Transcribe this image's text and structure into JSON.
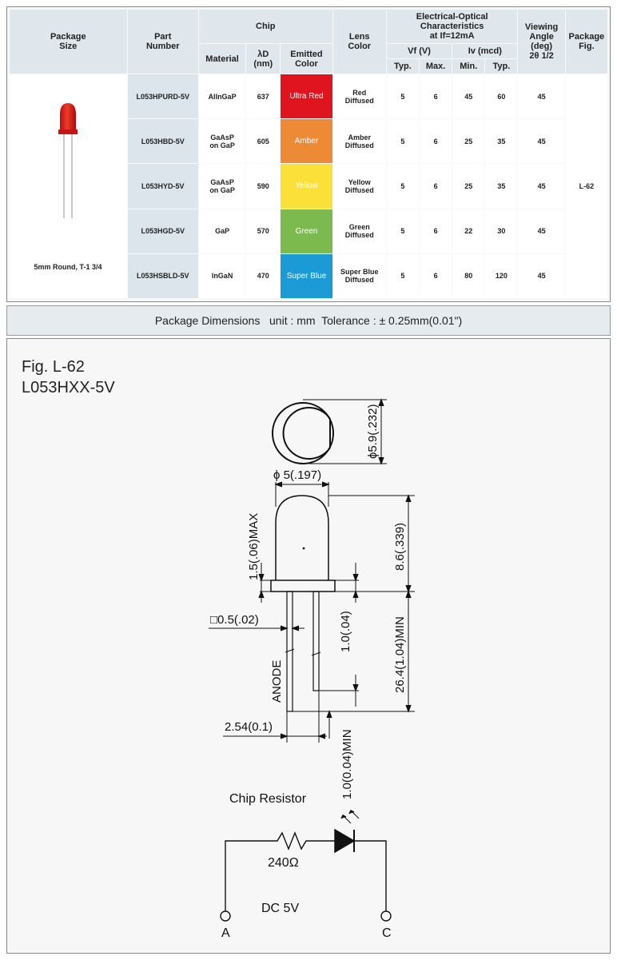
{
  "header": {
    "package_size": [
      "Package",
      "Size"
    ],
    "part_number": [
      "Part",
      "Number"
    ],
    "chip": "Chip",
    "material": "Material",
    "lambda": [
      "λD",
      "(nm)"
    ],
    "emitted": [
      "Emitted",
      "Color"
    ],
    "lens": [
      "Lens",
      "Color"
    ],
    "electrical": [
      "Electrical-Optical",
      "Characteristics",
      "at If=12mA"
    ],
    "vf": "Vf (V)",
    "iv": "Iv (mcd)",
    "typ": "Typ.",
    "max": "Max.",
    "min": "Min.",
    "typ2": "Typ.",
    "viewing": [
      "Viewing",
      "Angle",
      "(deg)",
      "2θ 1/2"
    ],
    "pkg_fig": [
      "Package",
      "Fig."
    ]
  },
  "package_label": "5mm Round, T-1 3/4",
  "package_fig": "L-62",
  "rows": [
    {
      "part": "L053HPURD-5V",
      "material": [
        "AlInGaP"
      ],
      "wavelength": "637",
      "color_name": "Ultra Red",
      "color": "#e0141e",
      "lens": [
        "Red",
        "Diffused"
      ],
      "vf_typ": "5",
      "vf_max": "6",
      "iv_min": "45",
      "iv_typ": "60",
      "angle": "45"
    },
    {
      "part": "L053HBD-5V",
      "material": [
        "GaAsP",
        "on GaP"
      ],
      "wavelength": "605",
      "color_name": "Amber",
      "color": "#ec8a35",
      "lens": [
        "Amber",
        "Diffused"
      ],
      "vf_typ": "5",
      "vf_max": "6",
      "iv_min": "25",
      "iv_typ": "35",
      "angle": "45"
    },
    {
      "part": "L053HYD-5V",
      "material": [
        "GaAsP",
        "on GaP"
      ],
      "wavelength": "590",
      "color_name": "Yellow",
      "color": "#fbe039",
      "lens": [
        "Yellow",
        "Diffused"
      ],
      "vf_typ": "5",
      "vf_max": "6",
      "iv_min": "25",
      "iv_typ": "35",
      "angle": "45"
    },
    {
      "part": "L053HGD-5V",
      "material": [
        "GaP"
      ],
      "wavelength": "570",
      "color_name": "Green",
      "color": "#7cb94f",
      "lens": [
        "Green",
        "Diffused"
      ],
      "vf_typ": "5",
      "vf_max": "6",
      "iv_min": "22",
      "iv_typ": "30",
      "angle": "45"
    },
    {
      "part": "L053HSBLD-5V",
      "material": [
        "InGaN"
      ],
      "wavelength": "470",
      "color_name": "Super Blue",
      "color": "#1b9ad6",
      "lens": [
        "Super Blue",
        "Diffused"
      ],
      "vf_typ": "5",
      "vf_max": "6",
      "iv_min": "80",
      "iv_typ": "120",
      "angle": "45"
    }
  ],
  "dimensions_bar": "Package Dimensions   unit : mm  Tolerance : ± 0.25mm(0.01\")",
  "figure": {
    "fig_label": "Fig. L-62",
    "model": "L053HXX-5V",
    "dim_diameter_outer": "ϕ5.9(.232)",
    "dim_diameter_body": "ϕ 5(.197)",
    "dim_height": "8.6(.339)",
    "dim_flange": "1.5(.06)MAX",
    "dim_lead_square": "□0.5(.02)",
    "dim_lead_offset": "1.0(.04)",
    "dim_lead_length": "26.4(1.04)MIN",
    "anode_label": "ANODE",
    "dim_pitch": "2.54(0.1)",
    "dim_lead_min": "1.0(0.04)MIN",
    "chip_resistor": "Chip Resistor",
    "resistance": "240Ω",
    "supply": "DC 5V",
    "terminal_a": "A",
    "terminal_c": "C"
  }
}
